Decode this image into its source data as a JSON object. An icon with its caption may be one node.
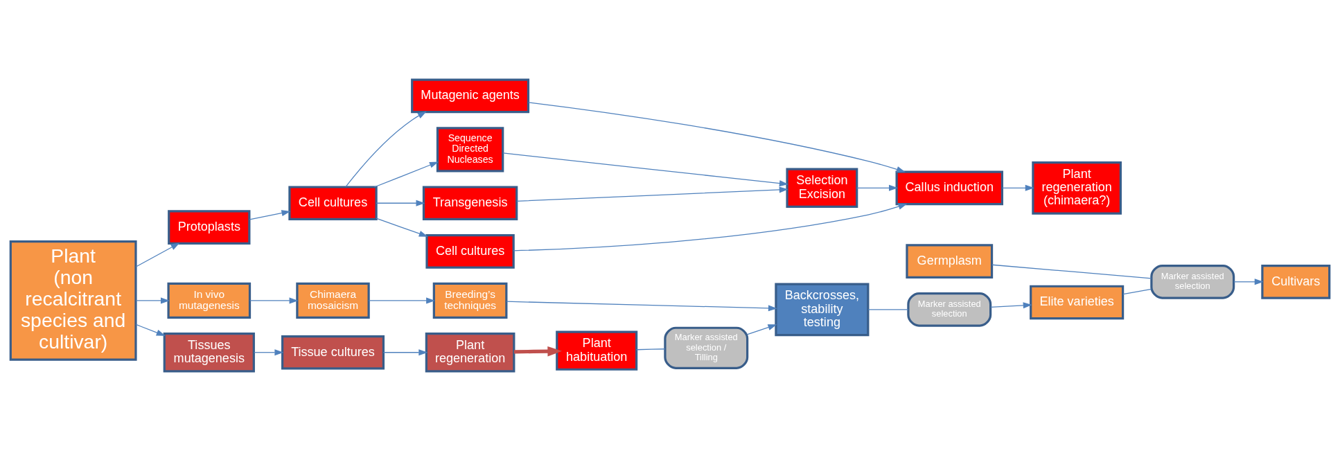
{
  "diagram": {
    "nodes": [
      {
        "text": [
          "Plant",
          "(non recalcitrant species and cultivar)"
        ]
      },
      {
        "text": [
          "In vivo mutagenesis"
        ]
      },
      {
        "text": [
          "Chimaera mosaicism"
        ]
      },
      {
        "text": [
          "Breeding’s techniques"
        ]
      },
      {
        "text": [
          "Tissues mutagenesis"
        ]
      },
      {
        "text": [
          "Tissue cultures"
        ]
      },
      {
        "text": [
          "Plant regeneration"
        ]
      },
      {
        "text": [
          "Germplasm"
        ]
      },
      {
        "text": [
          "Backcrosses, stability testing"
        ]
      },
      {
        "text": [
          "Marker assisted selection"
        ]
      },
      {
        "text": [
          "Elite varieties"
        ]
      },
      {
        "text": [
          "Marker assisted selection"
        ]
      },
      {
        "text": [
          "Cultivars"
        ]
      },
      {
        "text": [
          "Cell cultures"
        ]
      },
      {
        "text": [
          "Protoplasts"
        ]
      },
      {
        "text": [
          "Cell cultures"
        ]
      },
      {
        "text": [
          "Mutagenic agents"
        ]
      },
      {
        "text": [
          "Marker assisted selection / Tilling"
        ]
      },
      {
        "text": [
          "Callus induction"
        ]
      },
      {
        "text": [
          "Plant regeneration (chimaera?)"
        ]
      },
      {
        "text": [
          "Plant habituation"
        ]
      },
      {
        "text": [
          "Transgenesis"
        ]
      },
      {
        "text": [
          "Selection Excision"
        ]
      },
      {
        "text": [
          "Sequence Directed Nucleases"
        ]
      }
    ],
    "edges": [
      {
        "from": 0,
        "to": 1,
        "arrow": "to"
      },
      {
        "from": 0,
        "to": 4,
        "arrow": "to"
      },
      {
        "from": 0,
        "to": 14,
        "arrow": "to"
      },
      {
        "from": 1,
        "to": 2,
        "arrow": "to"
      },
      {
        "from": 2,
        "to": 3,
        "arrow": "to"
      },
      {
        "from": 3,
        "to": 8,
        "arrow": "to"
      },
      {
        "from": 4,
        "to": 5,
        "arrow": "to"
      },
      {
        "from": 5,
        "to": 6,
        "arrow": "to"
      },
      {
        "from": 6,
        "to": 20,
        "arrow": "to",
        "style": "thick",
        "color": "#c0504d"
      },
      {
        "from": 8,
        "to": 9,
        "arrow": "none"
      },
      {
        "from": 9,
        "to": 10,
        "arrow": "to"
      },
      {
        "from": 10,
        "to": 11,
        "arrow": "none"
      },
      {
        "from": 7,
        "to": 11,
        "arrow": "none"
      },
      {
        "from": 11,
        "to": 12,
        "arrow": "to"
      },
      {
        "from": 14,
        "to": 15,
        "arrow": "to"
      },
      {
        "from": 15,
        "to": 13,
        "arrow": "to"
      },
      {
        "from": 15,
        "to": 16,
        "arrow": "to"
      },
      {
        "from": 15,
        "to": 21,
        "arrow": "to"
      },
      {
        "from": 15,
        "to": 23,
        "arrow": "to"
      },
      {
        "from": 13,
        "to": 18,
        "arrow": "to"
      },
      {
        "from": 16,
        "to": 18,
        "arrow": "to"
      },
      {
        "from": 21,
        "to": 22,
        "arrow": "to"
      },
      {
        "from": 23,
        "to": 22,
        "arrow": "to"
      },
      {
        "from": 22,
        "to": 18,
        "arrow": "to"
      },
      {
        "from": 18,
        "to": 19,
        "arrow": "to"
      },
      {
        "from": 20,
        "to": 17,
        "arrow": "none"
      },
      {
        "from": 17,
        "to": 8,
        "arrow": "to"
      }
    ]
  }
}
